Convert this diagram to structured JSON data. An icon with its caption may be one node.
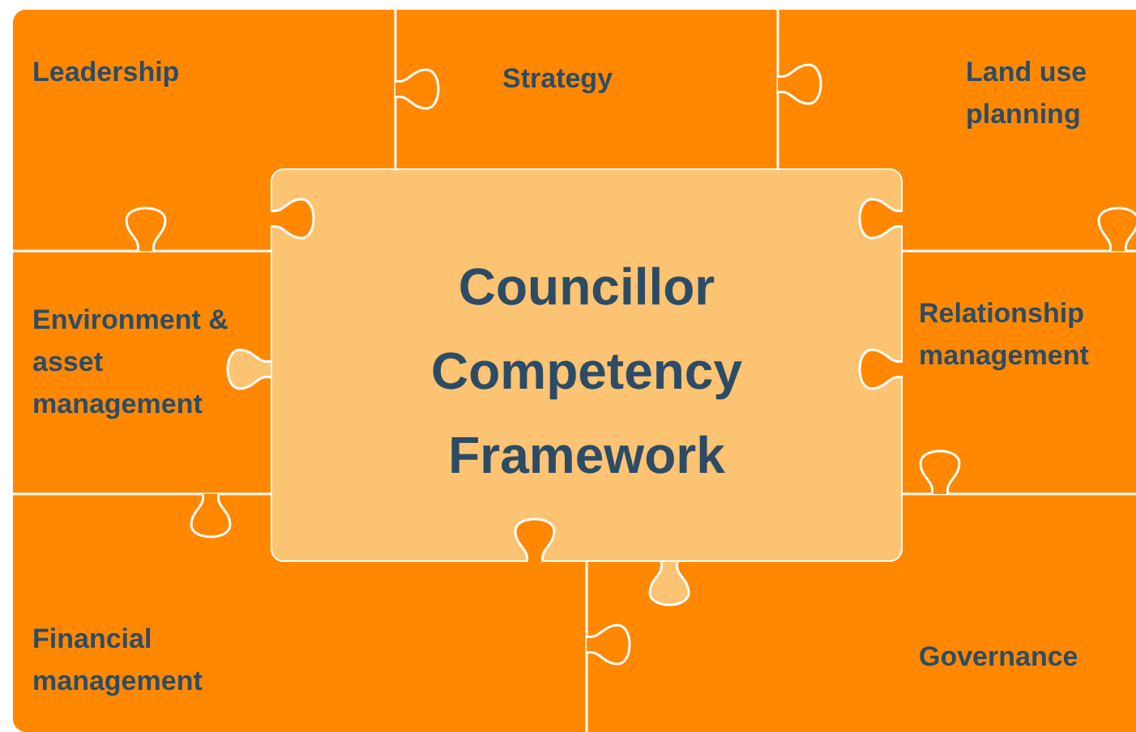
{
  "diagram": {
    "nodes": [
      {
        "text": [
          "Leadership"
        ]
      },
      {
        "text": [
          "Strategy"
        ]
      },
      {
        "text": [
          "Land use planning"
        ]
      },
      {
        "text": [
          "Environment & asset management"
        ]
      },
      {
        "text": [
          "Councillor Competency Framework"
        ]
      },
      {
        "text": [
          "Relationship management"
        ]
      },
      {
        "text": [
          "Financial management"
        ]
      },
      {
        "text": [
          "Governance"
        ]
      }
    ]
  }
}
